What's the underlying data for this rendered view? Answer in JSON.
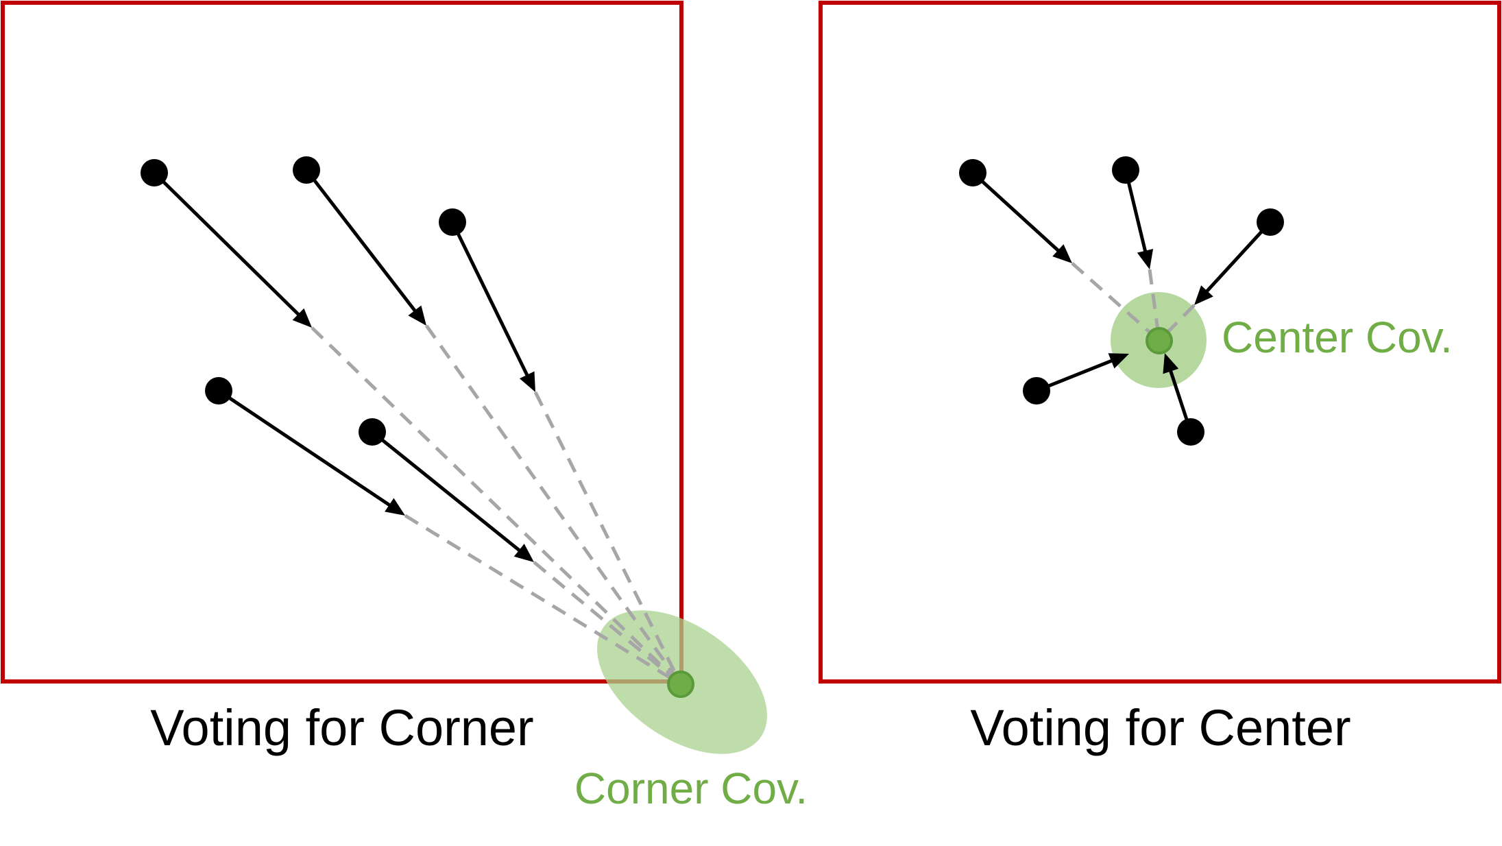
{
  "colors": {
    "frame": "#c00000",
    "point": "#000000",
    "arrow": "#000000",
    "dashed": "#a6a6a6",
    "cov_fill": "#a9d18e",
    "cov_dot": "#70ad47",
    "cov_text": "#70ad47"
  },
  "panels": [
    {
      "caption": "Voting for Corner",
      "cov_label": "Corner Cov."
    },
    {
      "caption": "Voting for Center",
      "cov_label": "Center Cov."
    }
  ]
}
